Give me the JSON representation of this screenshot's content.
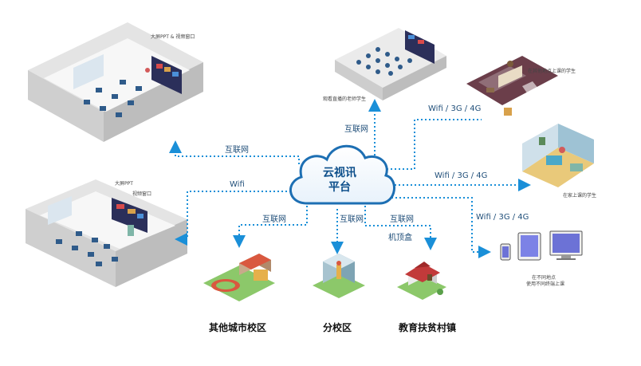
{
  "cloud": {
    "line1": "云视讯",
    "line2": "平台"
  },
  "links": {
    "left_top": "互联网",
    "left_mid": "Wifi",
    "top_center": "互联网",
    "right_top": "Wifi / 3G / 4G",
    "right_mid": "Wifi / 3G / 4G",
    "right_low": "Wifi / 3G / 4G",
    "bottom_left": "互联网",
    "bottom_center": "互联网",
    "bottom_right": "互联网",
    "set_top_box": "机顶盒"
  },
  "rooms": {
    "classroom_top_caption": "大屏PPT & 视频窗口",
    "classroom_bottom_caption_ppt": "大屏PPT",
    "classroom_bottom_caption_video": "视频窗口",
    "lecture_hall_caption": "观看直播的老师学生",
    "other_place_caption": "在其他地点上课的学生",
    "home_caption": "在家上课的学生",
    "devices_caption_line1": "在不同地点",
    "devices_caption_line2": "使用不同终端上课"
  },
  "campuses": {
    "other_city": "其他城市校区",
    "branch": "分校区",
    "poverty_town": "教育扶贫村镇"
  }
}
